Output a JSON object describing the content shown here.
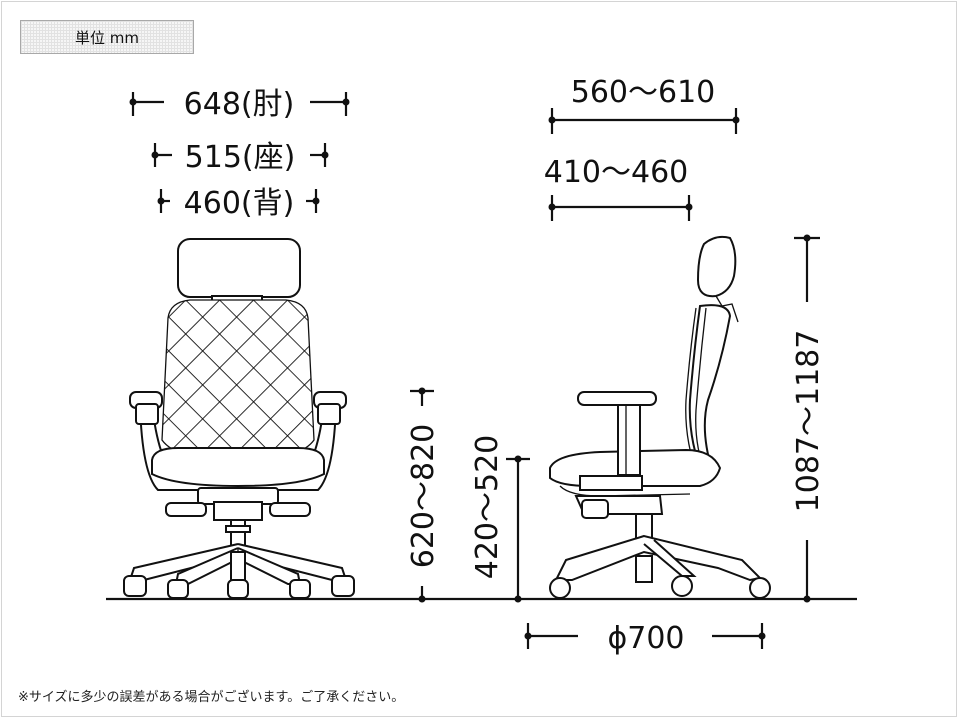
{
  "unit_label": "単位 mm",
  "footnote": "※サイズに多少の誤差がある場合がございます。ご了承ください。",
  "dimensions": {
    "width_arm": "648(肘)",
    "width_seat": "515(座)",
    "width_back": "460(背)",
    "depth_overall": "560〜610",
    "depth_seat": "410〜460",
    "arm_height": "620〜820",
    "seat_height": "420〜520",
    "total_height": "1087〜1187",
    "base_diameter": "ϕ700"
  },
  "icons": [
    "front-view-chair-icon",
    "side-view-chair-icon"
  ],
  "colors": {
    "line": "#111111",
    "background": "#ffffff",
    "border": "#d4d4d4"
  }
}
